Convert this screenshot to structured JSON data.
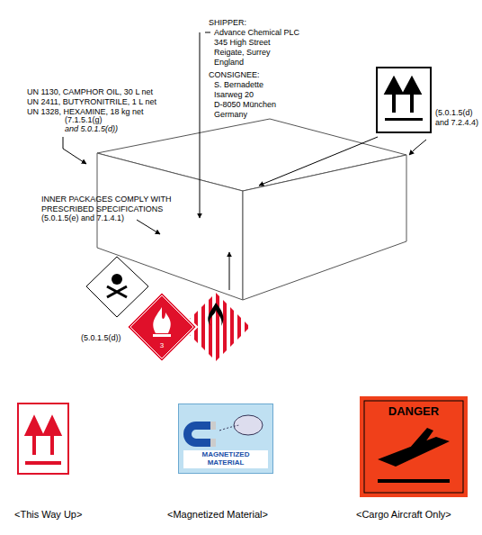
{
  "diagram": {
    "nodes": [
      {
        "text": [
          "3"
        ]
      },
      {
        "text": [
          "MAGNETIZED MATERIAL"
        ]
      },
      {
        "text": [
          "DANGER"
        ]
      }
    ],
    "labels": [
      "SHIPPER:",
      "Advance Chemical PLC",
      "345 High Street",
      "Reigate, Surrey",
      "England",
      "CONSIGNEE:",
      "S. Bernadette",
      "Isarweg 20",
      "D-8050 München",
      "Germany",
      "UN 1130, CAMPHOR OIL, 30 L net",
      "UN 2411, BUTYRONITRILE, 1 L net",
      "UN 1328, HEXAMINE, 18 kg net",
      "(7.1.5.1(g)",
      "and 5.0.1.5(d))",
      "INNER PACKAGES COMPLY WITH",
      "PRESCRIBED SPECIFICATIONS",
      "(5.0.1.5(e) and 7.1.4.1)",
      "(5.0.1.5(d)",
      "and 7.2.4.4)",
      "(5.0.1.5(d))",
      "<This Way Up>",
      "<Magnetized Material>",
      "<Cargo Aircraft Only>"
    ]
  }
}
